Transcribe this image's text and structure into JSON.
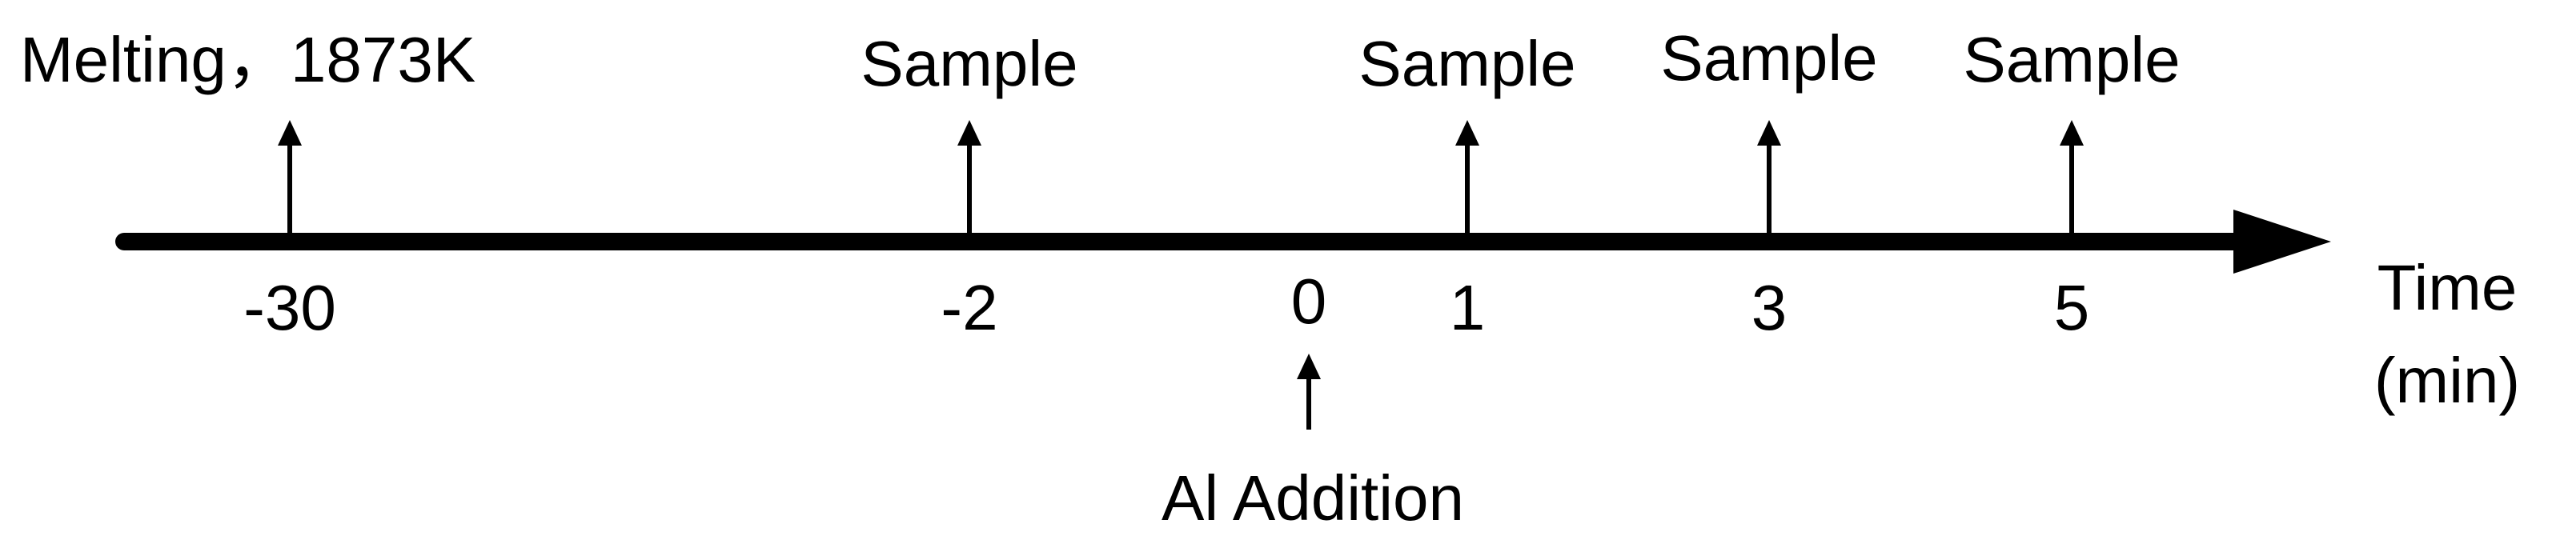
{
  "timeline": {
    "axis_label_line1": "Time",
    "axis_label_line2": "(min)",
    "events": [
      {
        "time_label": "-30",
        "event_label": "Melting，1873K",
        "direction": "above"
      },
      {
        "time_label": "-2",
        "event_label": "Sample",
        "direction": "above"
      },
      {
        "time_label": "0",
        "event_label": "Al Addition",
        "direction": "below"
      },
      {
        "time_label": "1",
        "event_label": "Sample",
        "direction": "above"
      },
      {
        "time_label": "3",
        "event_label": "Sample",
        "direction": "above"
      },
      {
        "time_label": "5",
        "event_label": "Sample",
        "direction": "above"
      }
    ]
  },
  "colors": {
    "ink": "#000000",
    "background": "#ffffff"
  }
}
